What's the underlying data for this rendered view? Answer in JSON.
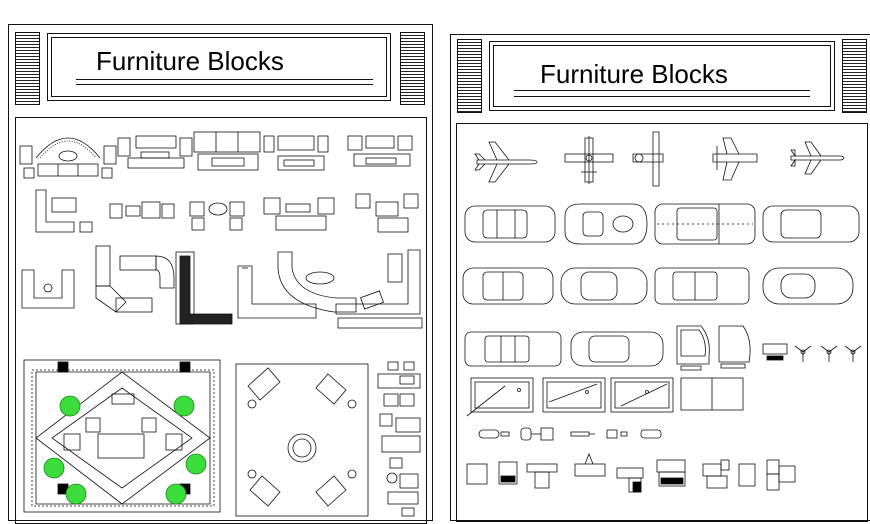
{
  "left_sheet": {
    "title": "Furniture Blocks",
    "sections": [
      "sofa-sets",
      "sectional-sofas",
      "room-layout-plan",
      "conference-layout",
      "office-desk-sets"
    ]
  },
  "right_sheet": {
    "title": "Furniture Blocks",
    "sections": [
      "airplanes",
      "cars",
      "pianos",
      "ceiling-fans",
      "billiard-tables",
      "bathroom-fixtures",
      "appliances"
    ]
  },
  "colors": {
    "line": "#111111",
    "plant": "#3ddc3d",
    "plant_stroke": "#1a8a1a",
    "fill_dark": "#000000"
  },
  "icons": [
    "airplane-icon",
    "car-icon",
    "piano-icon",
    "fan-icon",
    "plant-icon"
  ]
}
